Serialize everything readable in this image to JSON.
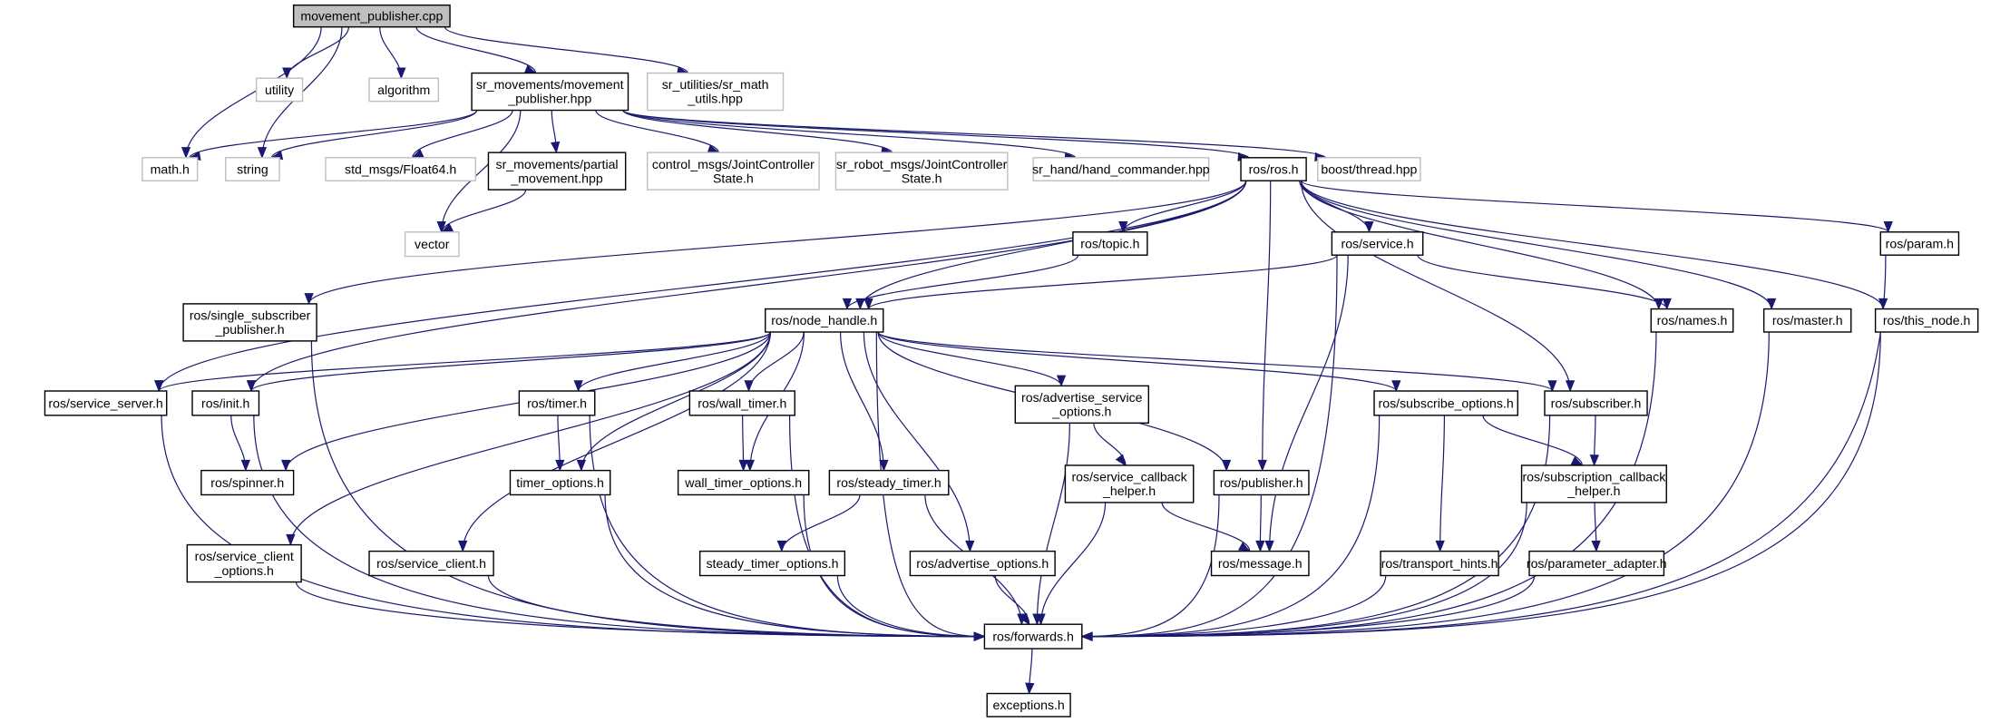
{
  "title": "movement_publisher.cpp include dependency graph",
  "colors": {
    "edge": "#191970",
    "root_fill": "#bfbfbf",
    "internal_border": "#000000",
    "external_border": "#bfbfbf",
    "background": "#ffffff"
  },
  "nodes": [
    {
      "id": "movement_publisher_cpp",
      "lines": [
        "movement_publisher.cpp"
      ],
      "kind": "root"
    },
    {
      "id": "utility",
      "lines": [
        "utility"
      ],
      "kind": "external"
    },
    {
      "id": "algorithm",
      "lines": [
        "algorithm"
      ],
      "kind": "external"
    },
    {
      "id": "movement_publisher_hpp",
      "lines": [
        "sr_movements/movement",
        "_publisher.hpp"
      ],
      "kind": "internal"
    },
    {
      "id": "sr_math_utils",
      "lines": [
        "sr_utilities/sr_math",
        "_utils.hpp"
      ],
      "kind": "external"
    },
    {
      "id": "math_h",
      "lines": [
        "math.h"
      ],
      "kind": "external"
    },
    {
      "id": "string",
      "lines": [
        "string"
      ],
      "kind": "external"
    },
    {
      "id": "float64",
      "lines": [
        "std_msgs/Float64.h"
      ],
      "kind": "external"
    },
    {
      "id": "partial_movement",
      "lines": [
        "sr_movements/partial",
        "_movement.hpp"
      ],
      "kind": "internal"
    },
    {
      "id": "control_jcs",
      "lines": [
        "control_msgs/JointController",
        "State.h"
      ],
      "kind": "external"
    },
    {
      "id": "sr_robot_jcs",
      "lines": [
        "sr_robot_msgs/JointController",
        "State.h"
      ],
      "kind": "external"
    },
    {
      "id": "hand_commander",
      "lines": [
        "sr_hand/hand_commander.hpp"
      ],
      "kind": "external"
    },
    {
      "id": "ros_h",
      "lines": [
        "ros/ros.h"
      ],
      "kind": "internal"
    },
    {
      "id": "boost_thread",
      "lines": [
        "boost/thread.hpp"
      ],
      "kind": "external"
    },
    {
      "id": "vector",
      "lines": [
        "vector"
      ],
      "kind": "external"
    },
    {
      "id": "topic",
      "lines": [
        "ros/topic.h"
      ],
      "kind": "internal"
    },
    {
      "id": "service",
      "lines": [
        "ros/service.h"
      ],
      "kind": "internal"
    },
    {
      "id": "param",
      "lines": [
        "ros/param.h"
      ],
      "kind": "internal"
    },
    {
      "id": "single_sub_pub",
      "lines": [
        "ros/single_subscriber",
        "_publisher.h"
      ],
      "kind": "internal"
    },
    {
      "id": "node_handle",
      "lines": [
        "ros/node_handle.h"
      ],
      "kind": "internal"
    },
    {
      "id": "names",
      "lines": [
        "ros/names.h"
      ],
      "kind": "internal"
    },
    {
      "id": "master",
      "lines": [
        "ros/master.h"
      ],
      "kind": "internal"
    },
    {
      "id": "this_node",
      "lines": [
        "ros/this_node.h"
      ],
      "kind": "internal"
    },
    {
      "id": "service_server",
      "lines": [
        "ros/service_server.h"
      ],
      "kind": "internal"
    },
    {
      "id": "init",
      "lines": [
        "ros/init.h"
      ],
      "kind": "internal"
    },
    {
      "id": "timer",
      "lines": [
        "ros/timer.h"
      ],
      "kind": "internal"
    },
    {
      "id": "wall_timer",
      "lines": [
        "ros/wall_timer.h"
      ],
      "kind": "internal"
    },
    {
      "id": "adv_service_options",
      "lines": [
        "ros/advertise_service",
        "_options.h"
      ],
      "kind": "internal"
    },
    {
      "id": "subscribe_options",
      "lines": [
        "ros/subscribe_options.h"
      ],
      "kind": "internal"
    },
    {
      "id": "subscriber",
      "lines": [
        "ros/subscriber.h"
      ],
      "kind": "internal"
    },
    {
      "id": "spinner",
      "lines": [
        "ros/spinner.h"
      ],
      "kind": "internal"
    },
    {
      "id": "timer_options",
      "lines": [
        "timer_options.h"
      ],
      "kind": "internal"
    },
    {
      "id": "wall_timer_options",
      "lines": [
        "wall_timer_options.h"
      ],
      "kind": "internal"
    },
    {
      "id": "steady_timer",
      "lines": [
        "ros/steady_timer.h"
      ],
      "kind": "internal"
    },
    {
      "id": "service_callback_helper",
      "lines": [
        "ros/service_callback",
        "_helper.h"
      ],
      "kind": "internal"
    },
    {
      "id": "publisher",
      "lines": [
        "ros/publisher.h"
      ],
      "kind": "internal"
    },
    {
      "id": "subscription_callback_helper",
      "lines": [
        "ros/subscription_callback",
        "_helper.h"
      ],
      "kind": "internal"
    },
    {
      "id": "service_client_options",
      "lines": [
        "ros/service_client",
        "_options.h"
      ],
      "kind": "internal"
    },
    {
      "id": "service_client",
      "lines": [
        "ros/service_client.h"
      ],
      "kind": "internal"
    },
    {
      "id": "steady_timer_options",
      "lines": [
        "steady_timer_options.h"
      ],
      "kind": "internal"
    },
    {
      "id": "advertise_options",
      "lines": [
        "ros/advertise_options.h"
      ],
      "kind": "internal"
    },
    {
      "id": "message",
      "lines": [
        "ros/message.h"
      ],
      "kind": "internal"
    },
    {
      "id": "transport_hints",
      "lines": [
        "ros/transport_hints.h"
      ],
      "kind": "internal"
    },
    {
      "id": "parameter_adapter",
      "lines": [
        "ros/parameter_adapter.h"
      ],
      "kind": "internal"
    },
    {
      "id": "forwards",
      "lines": [
        "ros/forwards.h"
      ],
      "kind": "internal"
    },
    {
      "id": "exceptions",
      "lines": [
        "exceptions.h"
      ],
      "kind": "internal"
    }
  ],
  "edges": [
    [
      "movement_publisher_cpp",
      "math_h"
    ],
    [
      "movement_publisher_cpp",
      "utility"
    ],
    [
      "movement_publisher_cpp",
      "string"
    ],
    [
      "movement_publisher_cpp",
      "algorithm"
    ],
    [
      "movement_publisher_cpp",
      "movement_publisher_hpp"
    ],
    [
      "movement_publisher_cpp",
      "sr_math_utils"
    ],
    [
      "movement_publisher_hpp",
      "math_h"
    ],
    [
      "movement_publisher_hpp",
      "string"
    ],
    [
      "movement_publisher_hpp",
      "vector"
    ],
    [
      "movement_publisher_hpp",
      "float64"
    ],
    [
      "movement_publisher_hpp",
      "partial_movement"
    ],
    [
      "movement_publisher_hpp",
      "control_jcs"
    ],
    [
      "movement_publisher_hpp",
      "sr_robot_jcs"
    ],
    [
      "movement_publisher_hpp",
      "hand_commander"
    ],
    [
      "movement_publisher_hpp",
      "ros_h"
    ],
    [
      "movement_publisher_hpp",
      "boost_thread"
    ],
    [
      "partial_movement",
      "vector"
    ],
    [
      "ros_h",
      "single_sub_pub"
    ],
    [
      "ros_h",
      "service_server"
    ],
    [
      "ros_h",
      "init"
    ],
    [
      "ros_h",
      "node_handle"
    ],
    [
      "ros_h",
      "topic"
    ],
    [
      "ros_h",
      "service"
    ],
    [
      "ros_h",
      "publisher"
    ],
    [
      "ros_h",
      "subscriber"
    ],
    [
      "ros_h",
      "names"
    ],
    [
      "ros_h",
      "master"
    ],
    [
      "ros_h",
      "this_node"
    ],
    [
      "ros_h",
      "param"
    ],
    [
      "topic",
      "node_handle"
    ],
    [
      "service",
      "node_handle"
    ],
    [
      "service",
      "names"
    ],
    [
      "service",
      "message"
    ],
    [
      "service",
      "forwards"
    ],
    [
      "single_sub_pub",
      "forwards"
    ],
    [
      "node_handle",
      "service_server"
    ],
    [
      "node_handle",
      "init"
    ],
    [
      "node_handle",
      "spinner"
    ],
    [
      "node_handle",
      "service_client_options"
    ],
    [
      "node_handle",
      "forwards"
    ],
    [
      "node_handle",
      "service_client"
    ],
    [
      "node_handle",
      "timer"
    ],
    [
      "node_handle",
      "timer_options"
    ],
    [
      "node_handle",
      "wall_timer"
    ],
    [
      "node_handle",
      "wall_timer_options"
    ],
    [
      "node_handle",
      "steady_timer"
    ],
    [
      "node_handle",
      "advertise_options"
    ],
    [
      "node_handle",
      "adv_service_options"
    ],
    [
      "node_handle",
      "publisher"
    ],
    [
      "node_handle",
      "subscribe_options"
    ],
    [
      "node_handle",
      "subscriber"
    ],
    [
      "names",
      "forwards"
    ],
    [
      "master",
      "forwards"
    ],
    [
      "this_node",
      "forwards"
    ],
    [
      "param",
      "forwards"
    ],
    [
      "service_server",
      "forwards"
    ],
    [
      "init",
      "spinner"
    ],
    [
      "init",
      "forwards"
    ],
    [
      "timer",
      "timer_options"
    ],
    [
      "timer",
      "forwards"
    ],
    [
      "wall_timer",
      "wall_timer_options"
    ],
    [
      "wall_timer",
      "forwards"
    ],
    [
      "adv_service_options",
      "service_callback_helper"
    ],
    [
      "adv_service_options",
      "forwards"
    ],
    [
      "subscribe_options",
      "subscription_callback_helper"
    ],
    [
      "subscribe_options",
      "transport_hints"
    ],
    [
      "subscribe_options",
      "forwards"
    ],
    [
      "subscriber",
      "subscription_callback_helper"
    ],
    [
      "subscriber",
      "forwards"
    ],
    [
      "timer_options",
      "forwards"
    ],
    [
      "wall_timer_options",
      "forwards"
    ],
    [
      "steady_timer",
      "steady_timer_options"
    ],
    [
      "steady_timer",
      "forwards"
    ],
    [
      "service_callback_helper",
      "message"
    ],
    [
      "service_callback_helper",
      "forwards"
    ],
    [
      "publisher",
      "message"
    ],
    [
      "publisher",
      "forwards"
    ],
    [
      "subscription_callback_helper",
      "parameter_adapter"
    ],
    [
      "subscription_callback_helper",
      "forwards"
    ],
    [
      "service_client_options",
      "forwards"
    ],
    [
      "service_client",
      "forwards"
    ],
    [
      "steady_timer_options",
      "forwards"
    ],
    [
      "advertise_options",
      "forwards"
    ],
    [
      "transport_hints",
      "forwards"
    ],
    [
      "parameter_adapter",
      "forwards"
    ],
    [
      "forwards",
      "exceptions"
    ]
  ]
}
